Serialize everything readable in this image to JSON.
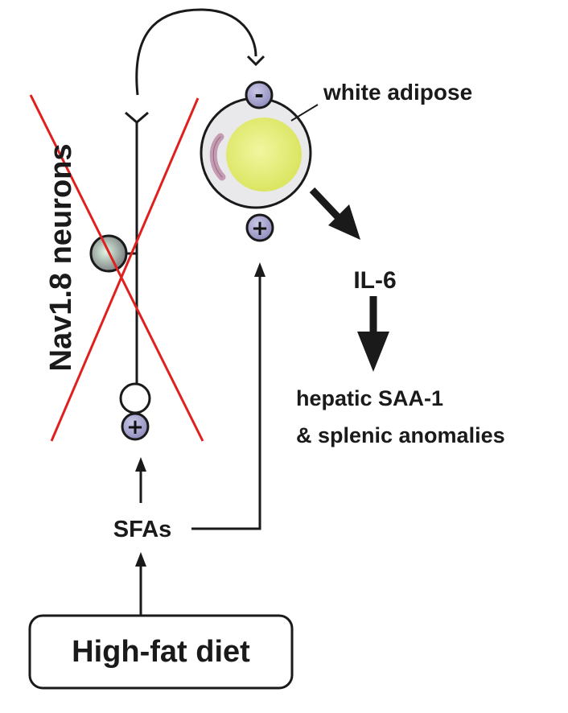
{
  "labels": {
    "neurons": "Nav1.8 neurons",
    "adipose": "white adipose",
    "cytokine": "IL-6",
    "outcome_line1": "hepatic SAA-1",
    "outcome_line2": "& splenic anomalies",
    "sfas": "SFAs",
    "diet": "High-fat diet"
  },
  "receptor_signs": {
    "adipose_top": "-",
    "adipose_bottom": "+",
    "neuron_terminal": "+"
  },
  "colors": {
    "cross": "#e0201e",
    "receptor": "#a7a4cc",
    "lipid": "#e2ec78",
    "cell": "#e9e9ec",
    "nucleus": "#c9a0b6",
    "stroke": "#1a1a1a"
  }
}
